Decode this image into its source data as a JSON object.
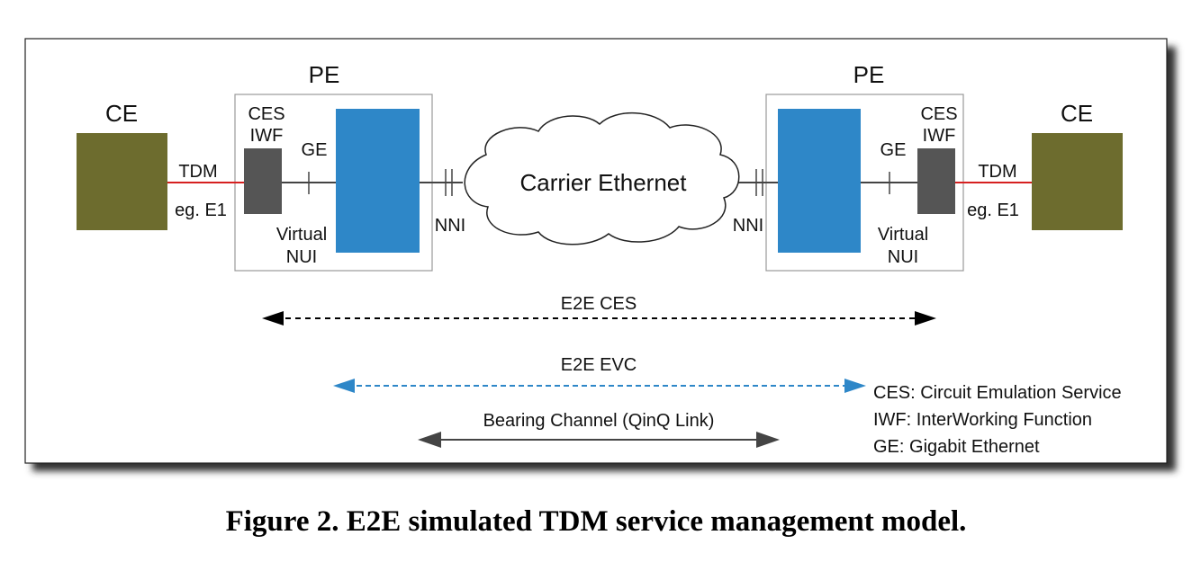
{
  "diagram": {
    "ce_left_label": "CE",
    "ce_right_label": "CE",
    "pe_left_label": "PE",
    "pe_right_label": "PE",
    "ces_iwf_left": [
      "CES",
      "IWF"
    ],
    "ces_iwf_right": [
      "CES",
      "IWF"
    ],
    "ge_left": "GE",
    "ge_right": "GE",
    "tdm_left": "TDM",
    "tdm_right": "TDM",
    "e1_left": "eg. E1",
    "e1_right": "eg. E1",
    "virtual_nui_left": [
      "Virtual",
      "NUI"
    ],
    "virtual_nui_right": [
      "Virtual",
      "NUI"
    ],
    "nni_left": "NNI",
    "nni_right": "NNI",
    "cloud_label": "Carrier Ethernet",
    "e2e_ces": "E2E CES",
    "e2e_evc": "E2E EVC",
    "bearing_channel": "Bearing Channel (QinQ Link)",
    "legend": [
      "CES: Circuit Emulation Service",
      "IWF: InterWorking Function",
      "GE: Gigabit Ethernet"
    ],
    "colors": {
      "ce": "#6d6c2e",
      "switch": "#2e87c8",
      "iwf": "#555555",
      "tdm_line": "#d62020",
      "evc_arrow": "#2e87c8",
      "bearing_arrow": "#444444"
    }
  },
  "caption": "Figure 2. E2E simulated TDM service management model."
}
